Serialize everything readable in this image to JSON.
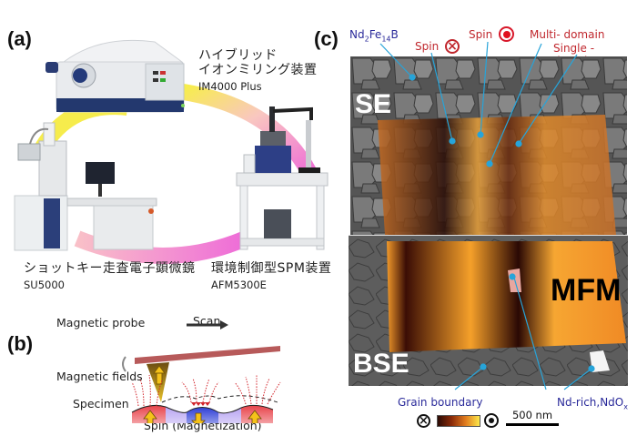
{
  "panels": {
    "a": {
      "label": "(a)",
      "instruments": [
        {
          "name_jp_line1": "ハイブリッド",
          "name_jp_line2": "イオンミリング装置",
          "model": "IM4000 Plus"
        },
        {
          "name_jp": "ショットキー走査電子顕微鏡",
          "model": "SU5000"
        },
        {
          "name_jp": "環境制御型SPM装置",
          "model": "AFM5300E"
        }
      ],
      "ring_colors": {
        "yellow": "#f7ee4a",
        "pink": "#f07ad8",
        "light_pink": "#f9b6d4"
      }
    },
    "b": {
      "label": "(b)",
      "magnetic_probe": "Magnetic probe",
      "scan": "Scan",
      "magnetic_fields": "Magnetic fields",
      "specimen": "Specimen",
      "spin": "Spin  (Magnetization)",
      "colors": {
        "cantilever": "#b75a5a",
        "up_domain": "#e8434a",
        "down_domain": "#2f3fd6",
        "arrow_fill": "#f5c21a",
        "field_lines": "#d2232a"
      }
    },
    "c": {
      "label": "(c)",
      "annotations": {
        "nd2fe14b": {
          "main1": "Nd",
          "sub1": "2",
          "main2": "Fe",
          "sub2": "14",
          "main3": "B"
        },
        "spin_in": "Spin",
        "spin_out": "Spin",
        "multi_domain": "Multi- domain",
        "single_domain": "Single - domain",
        "grain_boundary": "Grain boundary",
        "nd_rich": {
          "main": "Nd-rich,NdO",
          "sub": "x"
        }
      },
      "image_labels": {
        "se": "SE",
        "bse": "BSE",
        "mfm": "MFM"
      },
      "scale_bar": "500 nm",
      "colorbar": {
        "low_symbol": "into-page",
        "high_symbol": "out-of-page",
        "colors": [
          "#2a0a05",
          "#8a2a08",
          "#e07b1e",
          "#fde84a"
        ]
      },
      "leader_color": "#27a4d9"
    }
  }
}
